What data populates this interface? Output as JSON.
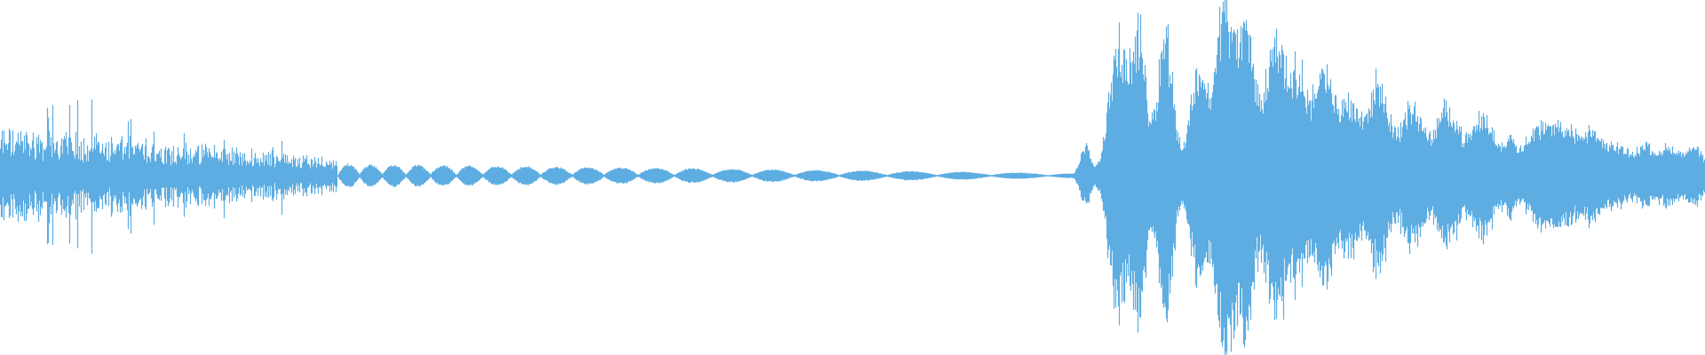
{
  "waveform": {
    "color": "#5dade2",
    "envelope_segments": [
      {
        "from": 0.0,
        "to": 0.2,
        "level": 0.3,
        "style": "noise"
      },
      {
        "from": 0.2,
        "to": 0.63,
        "level": 0.05,
        "style": "fading-blips"
      },
      {
        "from": 0.63,
        "to": 1.0,
        "level": 0.95,
        "style": "pulses"
      }
    ]
  }
}
